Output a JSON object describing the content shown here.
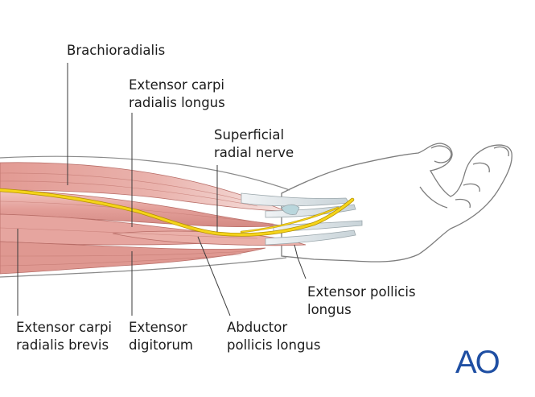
{
  "labels": {
    "brachioradialis": "Brachioradialis",
    "ecrl": [
      "Extensor carpi",
      "radialis longus"
    ],
    "nerve": [
      "Superficial",
      "radial nerve"
    ],
    "epl": [
      "Extensor pollicis",
      "longus"
    ],
    "ecrb": [
      "Extensor carpi",
      "radialis brevis"
    ],
    "ed": [
      "Extensor",
      "digitorum"
    ],
    "apl": [
      "Abductor",
      "pollicis longus"
    ]
  },
  "logo_text": "AO",
  "colors": {
    "muscle": "#e7a7a0",
    "muscle_dark": "#c96f6a",
    "nerve": "#f3d21a",
    "tendon": "#d6dee2",
    "outline": "#8a8a8a",
    "logo": "#1f4fa3"
  }
}
